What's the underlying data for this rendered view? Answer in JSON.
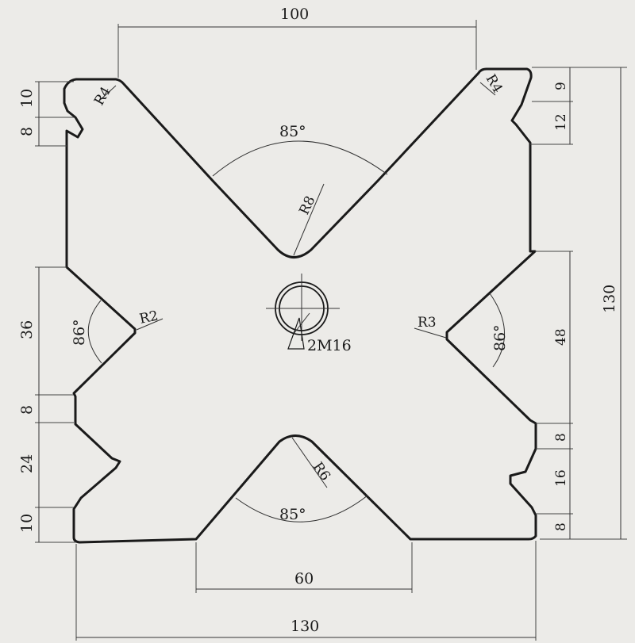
{
  "drawing": {
    "dimensions": {
      "top_width": "100",
      "bottom_opening": "60",
      "overall_width": "130",
      "overall_height": "130",
      "left_top_1": "10",
      "left_top_2": "8",
      "left_mid_36": "36",
      "left_mid_8": "8",
      "left_low_24": "24",
      "left_bottom_10": "10",
      "right_top_9": "9",
      "right_top_12": "12",
      "right_mid_48": "48",
      "right_mid_8": "8",
      "right_low_16": "16",
      "right_bottom_8": "8"
    },
    "angles": {
      "top_v": "85°",
      "bottom_v": "85°",
      "left_v": "86°",
      "right_v": "86°"
    },
    "radii": {
      "top_left_corner": "R4",
      "top_right_corner": "R4",
      "top_v": "R8",
      "bottom_v": "R6",
      "left_v": "R2",
      "right_v": "R3"
    },
    "hole": "2M16"
  }
}
